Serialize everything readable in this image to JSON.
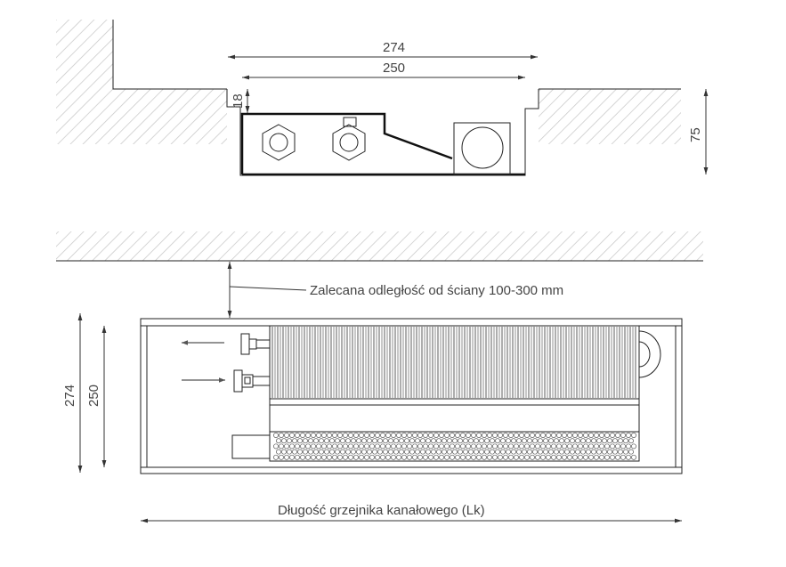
{
  "top_view": {
    "dim_outer": "274",
    "dim_inner": "250",
    "dim_grille": "18",
    "dim_depth": "75"
  },
  "plan_view": {
    "wall_note": "Zalecana odległość od ściany 100-300 mm",
    "dim_outer": "274",
    "dim_inner": "250",
    "length_label": "Długość grzejnika kanałowego (Lk)"
  },
  "colors": {
    "line": "#222222",
    "hatch": "#cccccc",
    "text": "#444444"
  }
}
